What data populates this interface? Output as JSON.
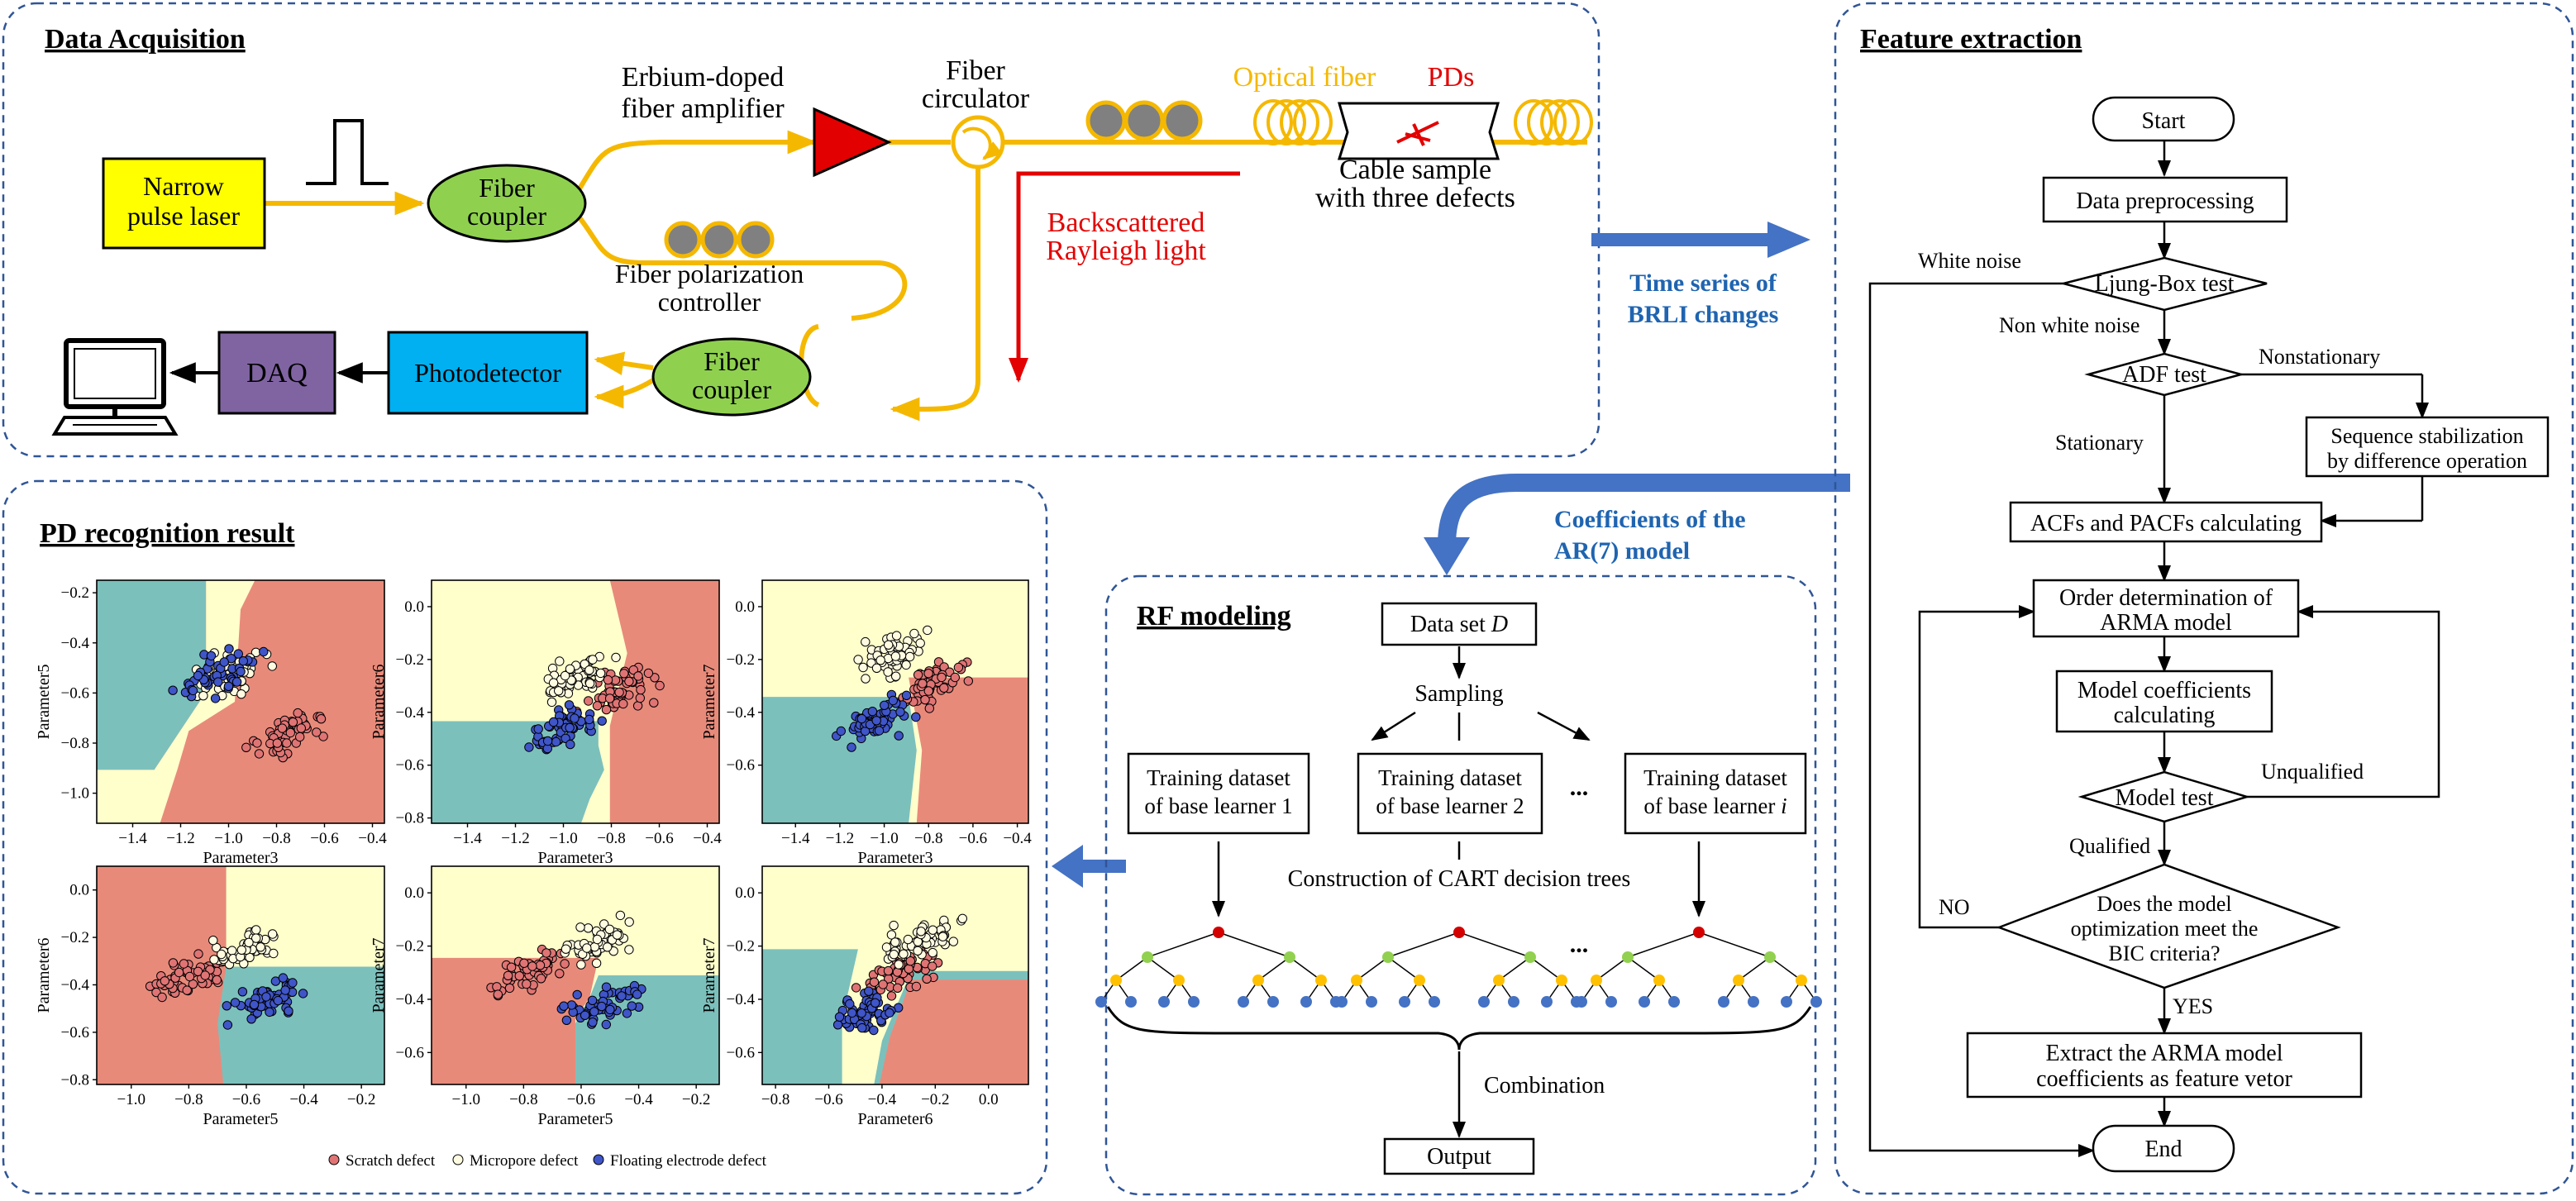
{
  "colors": {
    "panel_border": "#2f5597",
    "yellow_fiber": "#f5b800",
    "red": "#e30000",
    "blue_arrow": "#4472c4",
    "blue_text": "#1f64b0",
    "laser_fill": "#ffff00",
    "coupler_fill": "#8fd14f",
    "photodetector_fill": "#00b0f0",
    "daq_fill": "#8064a2",
    "region_red": "#e88a7a",
    "region_yellow": "#ffffcc",
    "region_teal": "#7cc0bc",
    "pt_red": "#e07474",
    "pt_yellow": "#fffbe0",
    "pt_blue": "#3f55c8",
    "tree_red": "#d40000",
    "tree_green": "#92d050",
    "tree_yellow": "#ffc000",
    "tree_blue": "#4472c4"
  },
  "acquisition": {
    "title": "Data Acquisition",
    "laser": [
      "Narrow",
      "pulse laser"
    ],
    "coupler": [
      "Fiber",
      "coupler"
    ],
    "edfa": [
      "Erbium-doped",
      "fiber amplifier"
    ],
    "circulator": [
      "Fiber",
      "circulator"
    ],
    "optical_fiber": "Optical fiber",
    "pds": "PDs",
    "cable": [
      "Cable sample",
      "with three defects"
    ],
    "backscatter": [
      "Backscattered",
      "Rayleigh light"
    ],
    "polarization": [
      "Fiber polarization",
      "controller"
    ],
    "photodetector": "Photodetector",
    "daq": "DAQ"
  },
  "arrows": {
    "time_series": [
      "Time series of",
      "BRLI changes"
    ],
    "coefficients": [
      "Coefficients of the",
      "AR(7) model"
    ]
  },
  "feature": {
    "title": "Feature extraction",
    "start": "Start",
    "preprocess": "Data preprocessing",
    "ljung": "Ljung-Box test",
    "white_noise": "White noise",
    "non_white": "Non white noise",
    "adf": "ADF test",
    "nonstationary": "Nonstationary",
    "stationary": "Stationary",
    "stabilization": [
      "Sequence stabilization",
      "by difference operation"
    ],
    "acf": "ACFs and PACFs calculating",
    "order": [
      "Order determination of",
      "ARMA model"
    ],
    "coeff": [
      "Model coefficients",
      "calculating"
    ],
    "model_test": "Model test",
    "unqualified": "Unqualified",
    "qualified": "Qualified",
    "bic": [
      "Does the model",
      "optimization meet the",
      "BIC criteria?"
    ],
    "no": "NO",
    "yes": "YES",
    "extract": [
      "Extract the ARMA model",
      "coefficients as feature vetor"
    ],
    "end": "End"
  },
  "rf": {
    "title": "RF modeling",
    "dataset_prefix": "Data set ",
    "dataset_var": "D",
    "sampling": "Sampling",
    "train1": [
      "Training dataset",
      "of base learner 1"
    ],
    "train2": [
      "Training dataset",
      "of base learner 2"
    ],
    "traini_a": "Training dataset",
    "traini_b": "of base learner ",
    "traini_var": "i",
    "dots": "...",
    "cart": "Construction of CART decision trees",
    "combination": "Combination",
    "output": "Output"
  },
  "pd": {
    "title": "PD recognition result",
    "legend": [
      "Scratch defect",
      "Micropore defect",
      "Floating electrode defect"
    ]
  },
  "chart_data": [
    {
      "type": "scatter",
      "xlabel": "Parameter3",
      "ylabel": "Parameter5",
      "xlim": [
        -1.55,
        -0.35
      ],
      "ylim": [
        -1.12,
        -0.15
      ],
      "xticks": [
        -1.4,
        -1.2,
        -1.0,
        -0.8,
        -0.6,
        -0.4
      ],
      "yticks": [
        -0.2,
        -0.4,
        -0.6,
        -0.8,
        -1.0
      ],
      "series": [
        {
          "name": "Scratch defect",
          "center": [
            -0.76,
            -0.76
          ]
        },
        {
          "name": "Micropore defect",
          "center": [
            -0.99,
            -0.52
          ]
        },
        {
          "name": "Floating electrode defect",
          "center": [
            -1.05,
            -0.54
          ]
        }
      ]
    },
    {
      "type": "scatter",
      "xlabel": "Parameter3",
      "ylabel": "Parameter6",
      "xlim": [
        -1.55,
        -0.35
      ],
      "ylim": [
        -0.82,
        0.1
      ],
      "xticks": [
        -1.4,
        -1.2,
        -1.0,
        -0.8,
        -0.6,
        -0.4
      ],
      "yticks": [
        0.0,
        -0.2,
        -0.4,
        -0.6,
        -0.8
      ],
      "series": [
        {
          "name": "Scratch defect",
          "center": [
            -0.76,
            -0.32
          ]
        },
        {
          "name": "Micropore defect",
          "center": [
            -0.96,
            -0.28
          ]
        },
        {
          "name": "Floating electrode defect",
          "center": [
            -1.0,
            -0.46
          ]
        }
      ]
    },
    {
      "type": "scatter",
      "xlabel": "Parameter3",
      "ylabel": "Parameter7",
      "xlim": [
        -1.55,
        -0.35
      ],
      "ylim": [
        -0.82,
        0.1
      ],
      "xticks": [
        -1.4,
        -1.2,
        -1.0,
        -0.8,
        -0.6,
        -0.4
      ],
      "yticks": [
        0.0,
        -0.2,
        -0.4,
        -0.6
      ],
      "series": [
        {
          "name": "Scratch defect",
          "center": [
            -0.78,
            -0.3
          ]
        },
        {
          "name": "Micropore defect",
          "center": [
            -0.97,
            -0.18
          ]
        },
        {
          "name": "Floating electrode defect",
          "center": [
            -1.03,
            -0.42
          ]
        }
      ]
    },
    {
      "type": "scatter",
      "xlabel": "Parameter5",
      "ylabel": "Parameter6",
      "xlim": [
        -1.12,
        -0.12
      ],
      "ylim": [
        -0.82,
        0.1
      ],
      "xticks": [
        -1.0,
        -0.8,
        -0.6,
        -0.4,
        -0.2
      ],
      "yticks": [
        0.0,
        -0.2,
        -0.4,
        -0.6,
        -0.8
      ],
      "series": [
        {
          "name": "Scratch defect",
          "center": [
            -0.8,
            -0.38
          ]
        },
        {
          "name": "Micropore defect",
          "center": [
            -0.6,
            -0.25
          ]
        },
        {
          "name": "Floating electrode defect",
          "center": [
            -0.52,
            -0.46
          ]
        }
      ]
    },
    {
      "type": "scatter",
      "xlabel": "Parameter5",
      "ylabel": "Parameter7",
      "xlim": [
        -1.12,
        -0.12
      ],
      "ylim": [
        -0.72,
        0.1
      ],
      "xticks": [
        -1.0,
        -0.8,
        -0.6,
        -0.4,
        -0.2
      ],
      "yticks": [
        0.0,
        -0.2,
        -0.4,
        -0.6
      ],
      "series": [
        {
          "name": "Scratch defect",
          "center": [
            -0.78,
            -0.3
          ]
        },
        {
          "name": "Micropore defect",
          "center": [
            -0.55,
            -0.19
          ]
        },
        {
          "name": "Floating electrode defect",
          "center": [
            -0.52,
            -0.42
          ]
        }
      ]
    },
    {
      "type": "scatter",
      "xlabel": "Parameter6",
      "ylabel": "Parameter7",
      "xlim": [
        -0.85,
        0.15
      ],
      "ylim": [
        -0.72,
        0.1
      ],
      "xticks": [
        -0.8,
        -0.6,
        -0.4,
        -0.2,
        0.0
      ],
      "yticks": [
        0.0,
        -0.2,
        -0.4,
        -0.6
      ],
      "series": [
        {
          "name": "Scratch defect",
          "center": [
            -0.33,
            -0.3
          ]
        },
        {
          "name": "Micropore defect",
          "center": [
            -0.25,
            -0.17
          ]
        },
        {
          "name": "Floating electrode defect",
          "center": [
            -0.47,
            -0.45
          ]
        }
      ]
    }
  ]
}
